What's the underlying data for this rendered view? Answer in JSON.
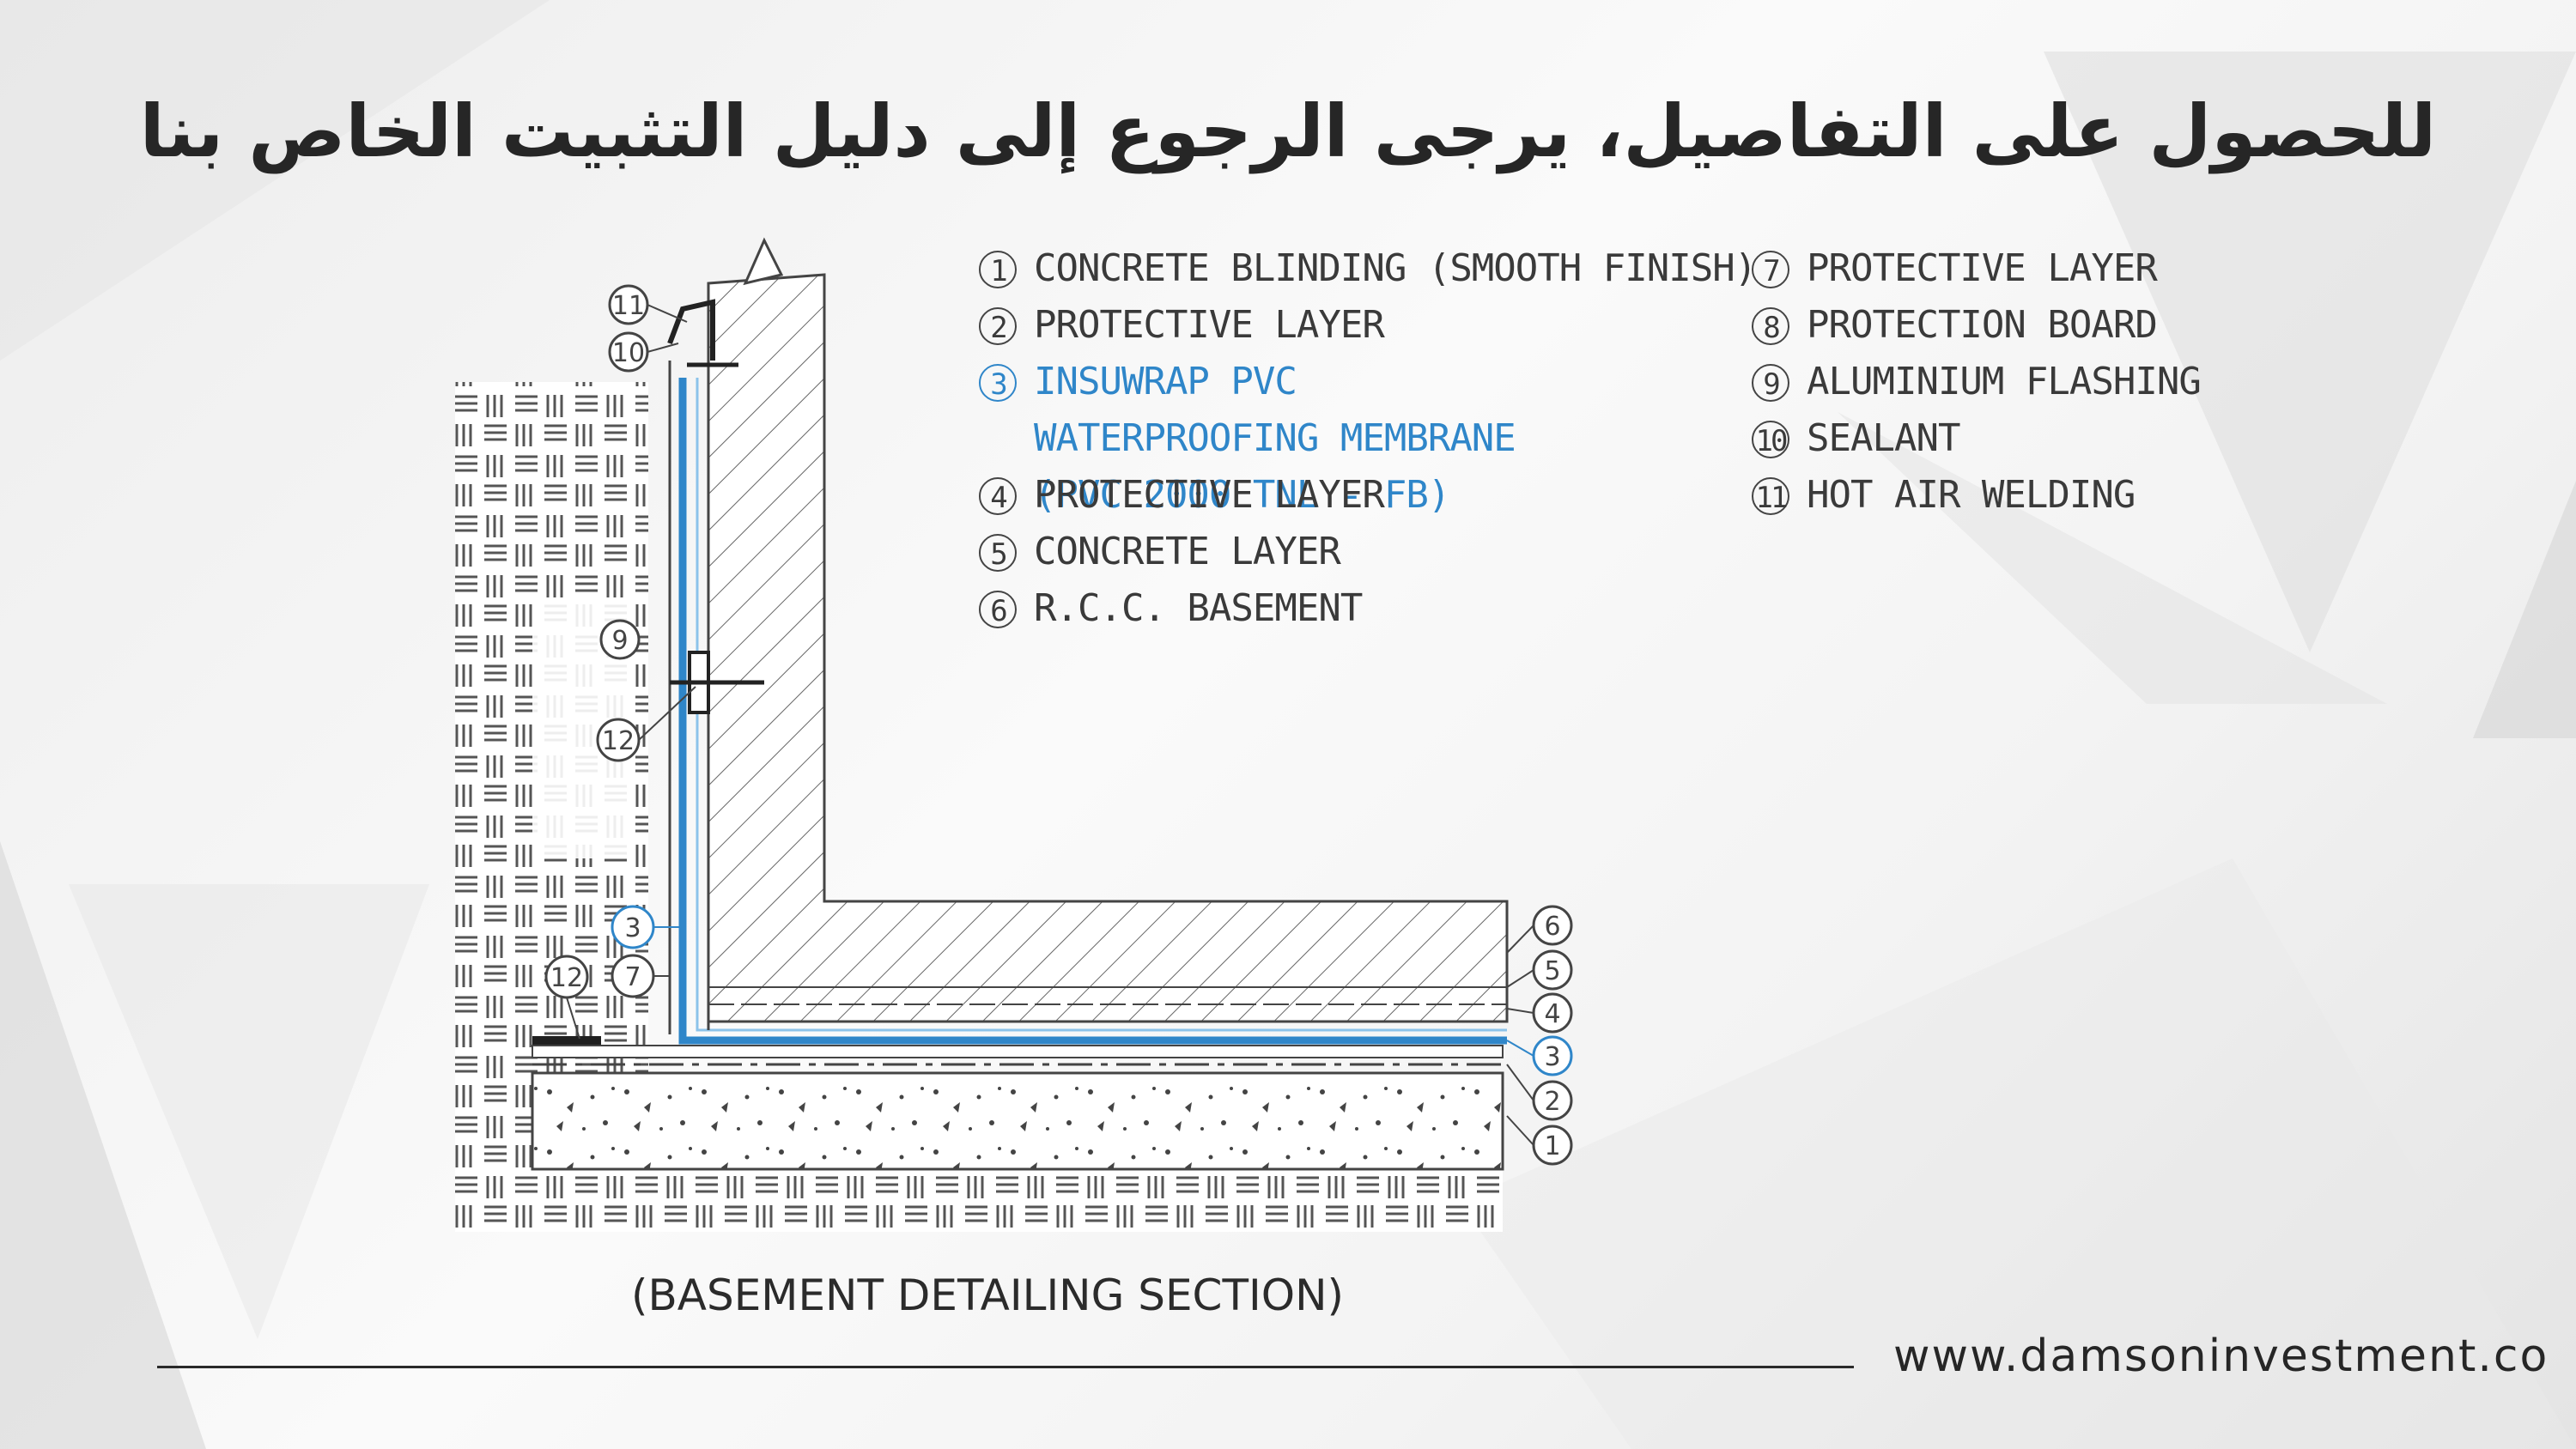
{
  "headline": "للحصول على التفاصيل، يرجى الرجوع إلى دليل التثبيت الخاص بنا",
  "legend_left": [
    {
      "num": "1",
      "label": "CONCRETE BLINDING (SMOOTH FINISH)"
    },
    {
      "num": "2",
      "label": "PROTECTIVE LAYER"
    },
    {
      "num": "3",
      "label": "INSUWRAP PVC WATERPROOFING MEMBRANE (PVC 2000 TNL - FB)"
    },
    {
      "num": "4",
      "label": "PROTECTIVE LAYER"
    },
    {
      "num": "5",
      "label": "CONCRETE LAYER"
    },
    {
      "num": "6",
      "label": "R.C.C. BASEMENT"
    }
  ],
  "legend_right": [
    {
      "num": "7",
      "label": "PROTECTIVE LAYER"
    },
    {
      "num": "8",
      "label": "PROTECTION BOARD"
    },
    {
      "num": "9",
      "label": "ALUMINIUM FLASHING"
    },
    {
      "num": "10",
      "label": "SEALANT"
    },
    {
      "num": "11",
      "label": "HOT AIR WELDING"
    }
  ],
  "drawing_callouts": [
    "11",
    "10",
    "9",
    "12",
    "3",
    "7",
    "12",
    "6",
    "5",
    "4",
    "3",
    "2",
    "1"
  ],
  "caption": "(BASEMENT DETAILING SECTION)",
  "website": "www.damsoninvestment.co",
  "colors": {
    "membrane": "#2f86c9",
    "text": "#262626",
    "line": "#3a3a3a"
  }
}
